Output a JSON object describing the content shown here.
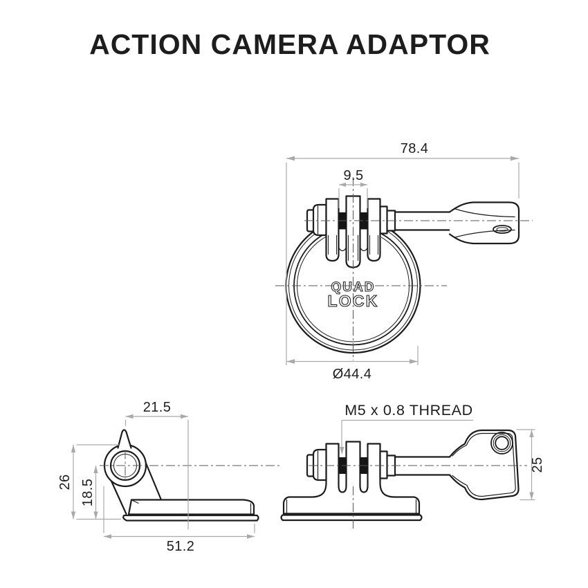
{
  "title": "ACTION CAMERA ADAPTOR",
  "brand_logo": {
    "line1": "QUAD",
    "line2": "LOCK"
  },
  "front_view": {
    "dim_overall_width": "78.4",
    "dim_prong_width": "9.5",
    "dim_ring_diameter": "Ø44.4"
  },
  "side_view": {
    "dim_hole_offset": "21.5",
    "dim_overall_height": "26",
    "dim_hole_center_height": "18.5",
    "dim_base_length": "51.2"
  },
  "thumbscrew_view": {
    "thread_label": "M5 x 0.8 THREAD",
    "dim_knob_height": "25"
  },
  "colors": {
    "background": "#ffffff",
    "line": "#1c1c1c",
    "dimension": "#a9a9a9",
    "text": "#1d1d1d",
    "centerline": "#555555"
  }
}
